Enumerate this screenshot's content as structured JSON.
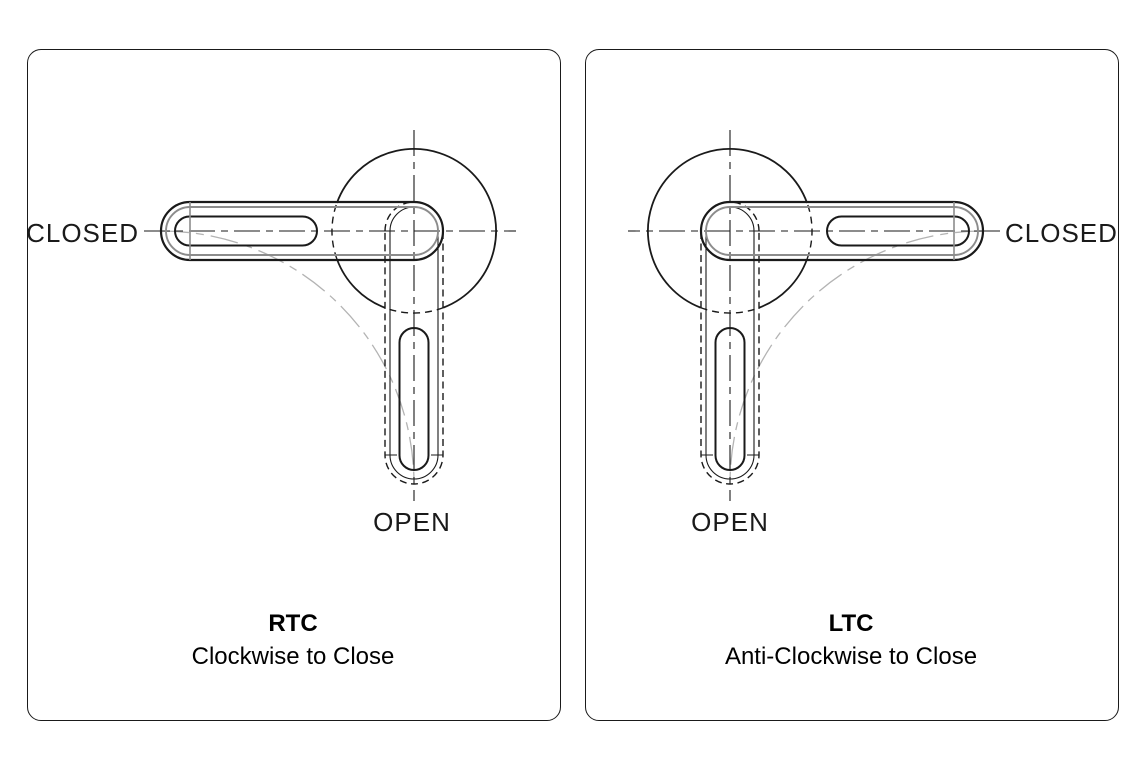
{
  "figure": {
    "panels": [
      {
        "code": "RTC",
        "description": "Clockwise to Close",
        "closed_label": "CLOSED",
        "open_label": "OPEN"
      },
      {
        "code": "LTC",
        "description": "Anti-Clockwise to Close",
        "closed_label": "CLOSED",
        "open_label": "OPEN"
      }
    ],
    "colors": {
      "line": "#1a1a1a",
      "hidden_gray": "#8c8c8c",
      "sweep_arc_gray": "#b3b3b3",
      "background": "#ffffff"
    }
  }
}
